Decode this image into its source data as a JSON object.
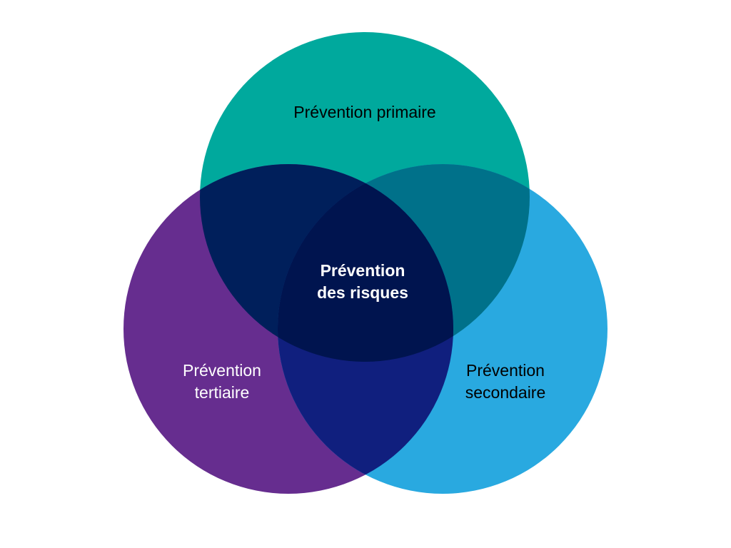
{
  "diagram": {
    "type": "venn",
    "sets": [
      {
        "id": "primary",
        "label": "Prévention primaire",
        "color": "#00A99D"
      },
      {
        "id": "tertiary",
        "label_line1": "Prévention",
        "label_line2": "tertiaire",
        "color": "#662D8F"
      },
      {
        "id": "secondary",
        "label_line1": "Prévention",
        "label_line2": "secondaire",
        "color": "#29A9E0"
      }
    ],
    "center": {
      "label_line1": "Prévention",
      "label_line2": "des risques",
      "color": "#00144F"
    },
    "overlap_colors": {
      "primary_tertiary": "#001F5B",
      "primary_secondary": "#00718A",
      "tertiary_secondary": "#101F7E"
    }
  }
}
